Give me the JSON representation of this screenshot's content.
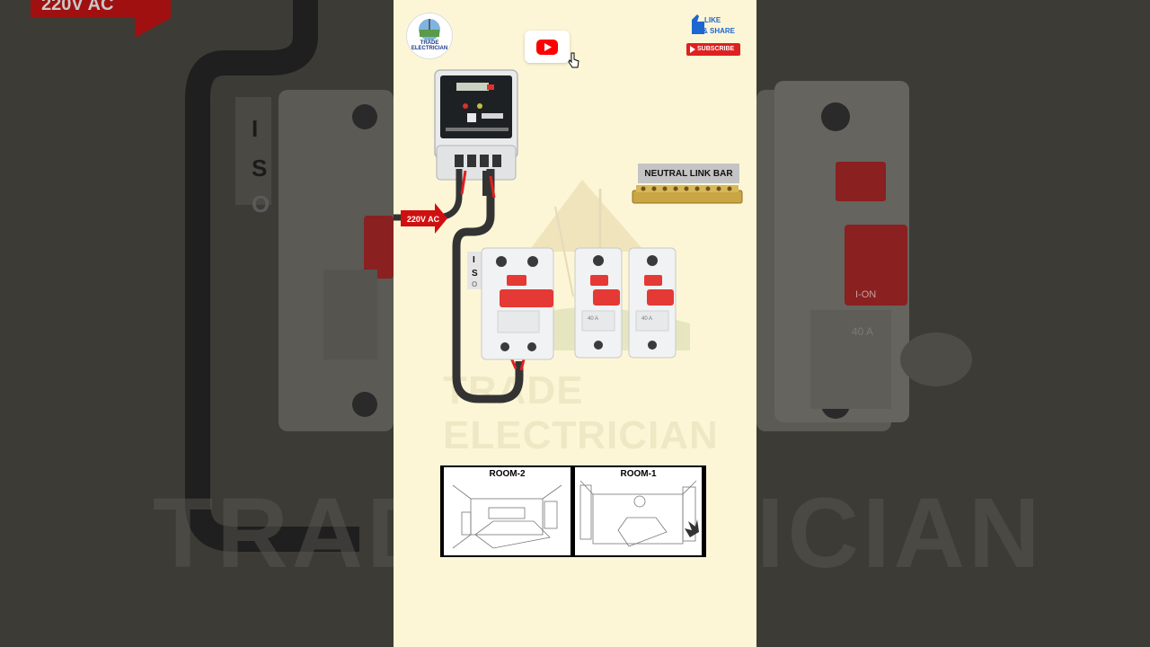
{
  "branding": {
    "logo_text": "TRADE ELECTRICIAN",
    "watermark": "TRADE ELECTRICIAN",
    "like_text": "LIKE",
    "share_text": "& SHARE",
    "subscribe_text": "SUBSCRIBE",
    "side_left_text": "220V AC",
    "side_watermark_left": "TRADE",
    "side_watermark_right": "ICIAN",
    "side_breaker_label": "40 A",
    "side_switch_label": "I-ON"
  },
  "diagram": {
    "supply_label": "220V AC",
    "isolator_letters": [
      "I",
      "S",
      "O"
    ],
    "neutral_bar_label": "NEUTRAL LINK BAR",
    "breaker_rating": "40 A",
    "rooms": [
      {
        "label": "ROOM-2"
      },
      {
        "label": "ROOM-1"
      }
    ]
  },
  "colors": {
    "panel_bg": "#fdf6d6",
    "wire_black": "#333333",
    "wire_red": "#e02020",
    "breaker_red": "#e53935",
    "supply_arrow": "#d01010",
    "youtube_red": "#ff0000"
  }
}
